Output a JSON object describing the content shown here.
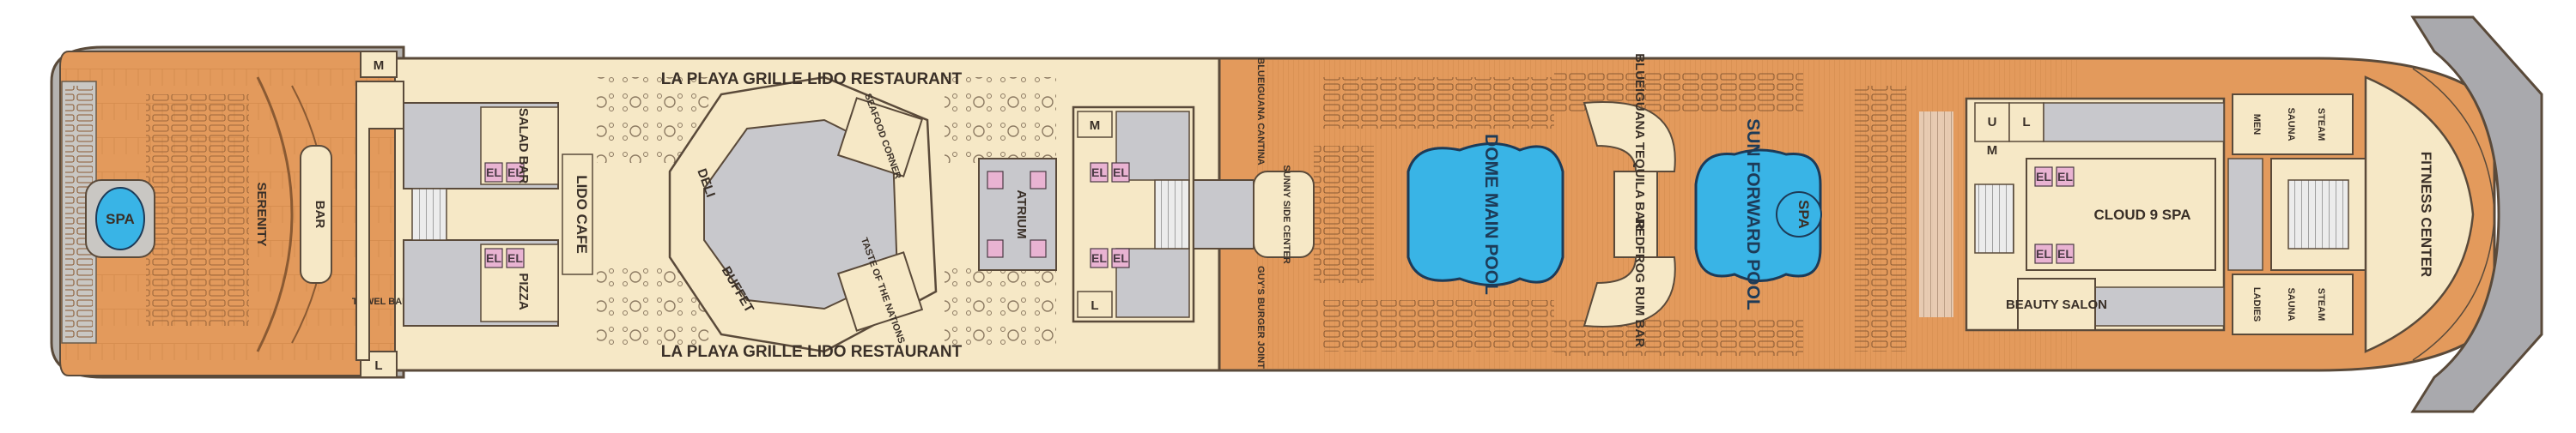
{
  "deck": {
    "colors": {
      "wood": "#e39a5c",
      "cream": "#f6e8c6",
      "grey": "#c8c8cc",
      "water": "#39b4e6",
      "hull": "#a9a9ad",
      "outline": "#5a4a3a",
      "elevator": "#e9b3d2"
    },
    "restaurant_top": "LA PLAYA GRILLE LIDO RESTAURANT",
    "restaurant_bottom": "LA PLAYA GRILLE LIDO RESTAURANT",
    "aft": {
      "spa_pool": "SPA",
      "serenity": "SERENITY",
      "bar": "BAR",
      "towel_bar": "TOWEL BAR",
      "restroom_m": "M",
      "restroom_l": "L"
    },
    "lido": {
      "salad_bar": "SALAD BAR",
      "pizza": "PIZZA",
      "lido_cafe": "LIDO CAFE",
      "deli": "DELI",
      "buffet": "BUFFET",
      "seafood_corner": "SEAFOOD CORNER",
      "taste_of_nations": "TASTE OF THE NATIONS",
      "atrium": "ATRIUM",
      "elevator": "EL",
      "restroom_m": "M",
      "restroom_l": "L"
    },
    "mid": {
      "blueiguana_cantina": "BLUEIGUANA CANTINA",
      "guys_burger_joint": "GUY'S BURGER JOINT",
      "sunny_center": "SUNNY SIDE CENTER",
      "dome_pool": "DOME MAIN POOL",
      "tequila_bar": "BLUEIGUANA TEQUILA BAR",
      "redfrog_bar": "REDFROG RUM BAR",
      "sun_pool": "SUN FORWARD POOL",
      "spa_tub": "SPA"
    },
    "forward": {
      "restroom_u": "U",
      "restroom_l": "L",
      "restroom_m": "M",
      "cloud9": "CLOUD 9 SPA",
      "beauty_salon": "BEAUTY SALON",
      "men": "MEN",
      "ladies": "LADIES",
      "sauna": "SAUNA",
      "steam": "STEAM",
      "fitness": "FITNESS CENTER"
    }
  }
}
